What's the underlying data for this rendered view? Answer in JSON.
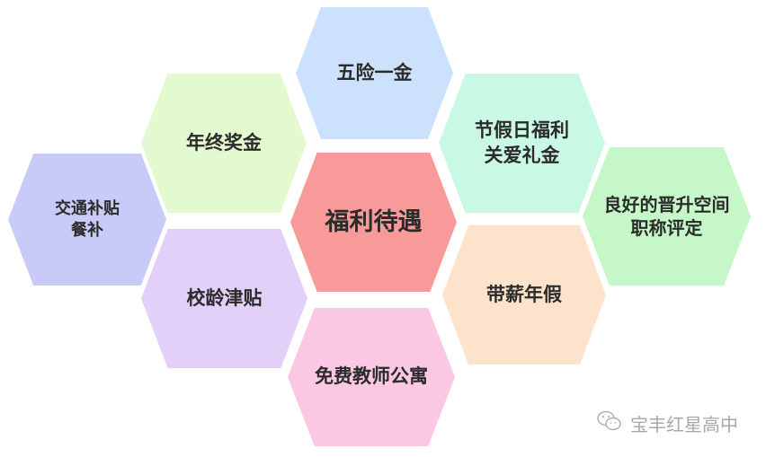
{
  "center": {
    "label": "福利待遇",
    "color": "#f99a9a"
  },
  "hexagons": [
    {
      "id": "insurance",
      "label": "五险一金",
      "color": "#cce1fb"
    },
    {
      "id": "year-end-bonus",
      "label": "年终奖金",
      "color": "#e3f9cf"
    },
    {
      "id": "holiday-benefits",
      "label": "节假日福利\n关爱礼金",
      "color": "#c9f8e4"
    },
    {
      "id": "transport-meal",
      "label": "交通补贴\n餐补",
      "color": "#c8cbf8"
    },
    {
      "id": "promotion",
      "label": "良好的晋升空间\n职称评定",
      "color": "#c6f7c8"
    },
    {
      "id": "seniority-allowance",
      "label": "校龄津贴",
      "color": "#e3d0f8"
    },
    {
      "id": "paid-leave",
      "label": "带薪年假",
      "color": "#fde2cc"
    },
    {
      "id": "free-apartment",
      "label": "免费教师公寓",
      "color": "#fbc8e3"
    }
  ],
  "watermark": {
    "icon": "wechat-icon",
    "text": "宝丰红星高中"
  }
}
